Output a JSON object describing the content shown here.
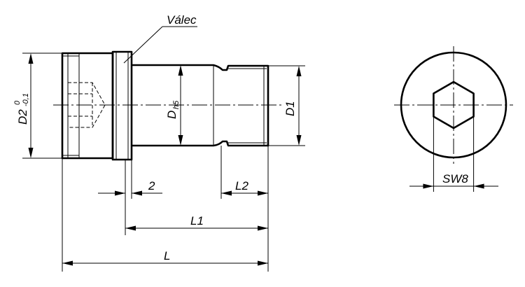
{
  "drawing": {
    "callout_label": "Válec",
    "dimensions": {
      "D2": {
        "symbol": "D2",
        "upper": "0",
        "lower": "-0,1"
      },
      "D": {
        "symbol": "D",
        "tolerance": "h5"
      },
      "D1": "D1",
      "gap": "2",
      "L2": "L2",
      "L1": "L1",
      "L": "L",
      "SW": "SW8"
    }
  }
}
